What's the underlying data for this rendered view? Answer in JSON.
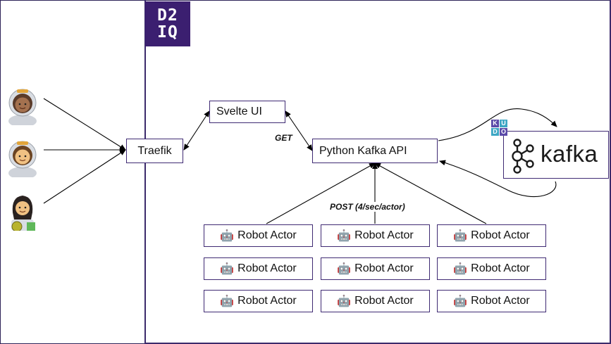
{
  "logo": {
    "line1": "D2",
    "line2": "IQ"
  },
  "nodes": {
    "traefik": "Traefik",
    "svelte_ui": "Svelte UI",
    "python_kafka_api": "Python Kafka API",
    "kafka": "kafka"
  },
  "kudo_letters": [
    "K",
    "U",
    "D",
    "O"
  ],
  "robot_actor": {
    "emoji": "🤖",
    "label": "Robot Actor"
  },
  "robot_actors": [
    "Robot Actor",
    "Robot Actor",
    "Robot Actor",
    "Robot Actor",
    "Robot Actor",
    "Robot Actor",
    "Robot Actor",
    "Robot Actor",
    "Robot Actor"
  ],
  "edge_labels": {
    "get": "GET",
    "post": "POST (4/sec/actor)"
  },
  "users": [
    "astronaut-medium-dark",
    "astronaut-medium-light",
    "person-with-helmet"
  ],
  "colors": {
    "frame": "#3b2a6b",
    "logo_bg": "#3b1f70",
    "box_border": "#3f2a73",
    "arrow": "#000000"
  }
}
